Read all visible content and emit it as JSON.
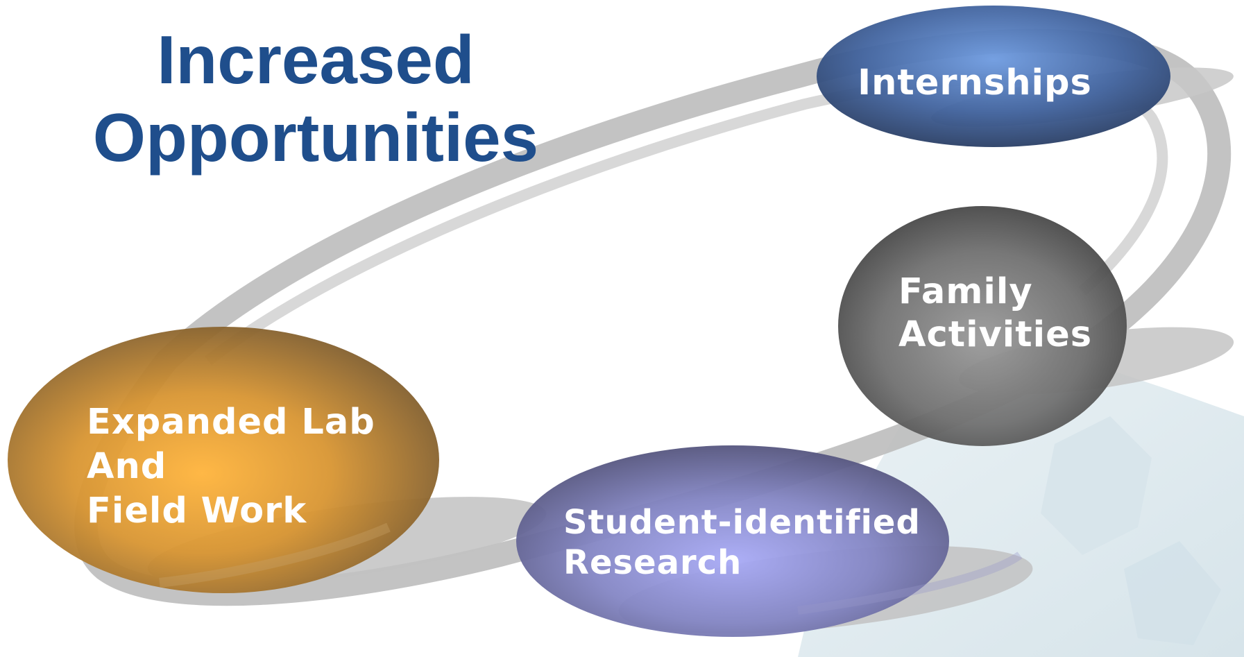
{
  "title": {
    "line1": "Increased",
    "line2": "Opportunities"
  },
  "nodes": {
    "internships": {
      "label": "Internships",
      "color": "#3A5A94"
    },
    "family": {
      "line1": "Family",
      "line2": "Activities",
      "color": "#6B6B6B"
    },
    "lab": {
      "line1": "Expanded Lab",
      "line2": "And",
      "line3": "Field Work",
      "color": "#B57A2A"
    },
    "research": {
      "line1": "Student-identified",
      "line2": "Research",
      "color": "#7777B8"
    }
  },
  "colors": {
    "title": "#1F4E8C",
    "ring": "#C8C8C8",
    "text": "#FFFFFF"
  }
}
